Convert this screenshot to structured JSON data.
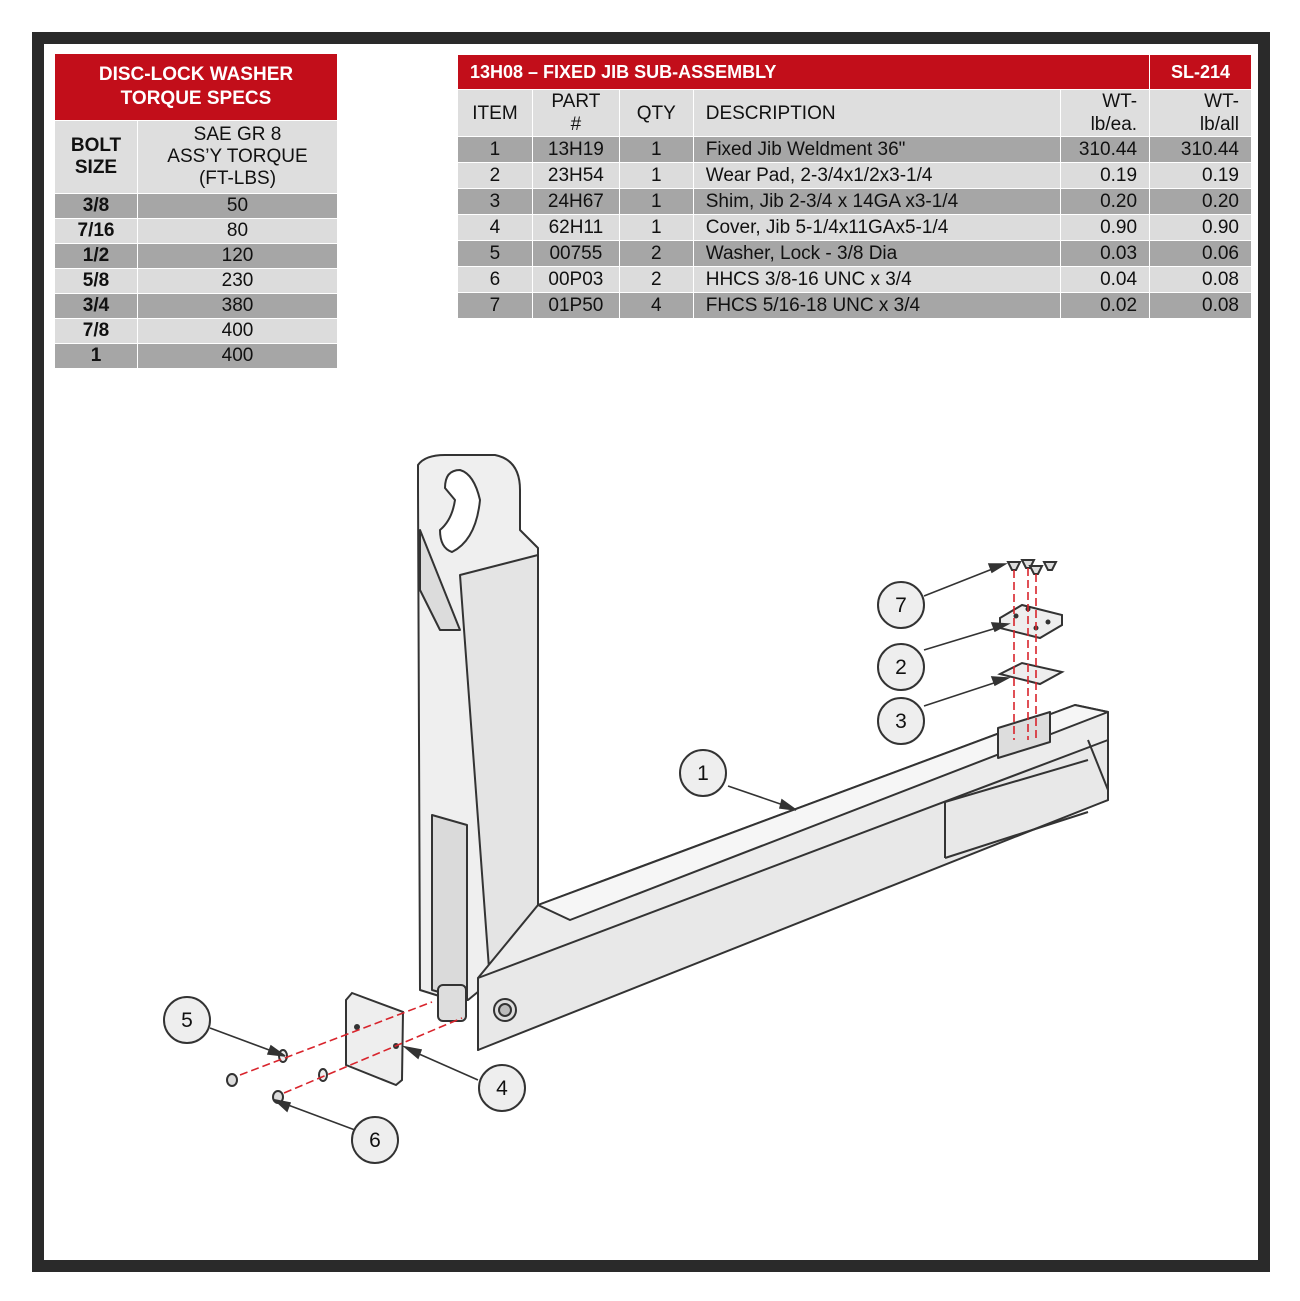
{
  "torque_table": {
    "title_line1": "DISC-LOCK WASHER",
    "title_line2": "TORQUE SPECS",
    "col1_line1": "BOLT",
    "col1_line2": "SIZE",
    "col2_line1": "SAE GR 8",
    "col2_line2": "ASS’Y TORQUE",
    "col2_line3": "(FT-LBS)",
    "rows": [
      {
        "size": "3/8",
        "torque": "50"
      },
      {
        "size": "7/16",
        "torque": "80"
      },
      {
        "size": "1/2",
        "torque": "120"
      },
      {
        "size": "5/8",
        "torque": "230"
      },
      {
        "size": "3/4",
        "torque": "380"
      },
      {
        "size": "7/8",
        "torque": "400"
      },
      {
        "size": "1",
        "torque": "400"
      }
    ]
  },
  "parts_table": {
    "title": "13H08 – FIXED JIB SUB-ASSEMBLY",
    "sheet": "SL-214",
    "headers": {
      "item": "ITEM",
      "part_line1": "PART",
      "part_line2": "#",
      "qty": "QTY",
      "description": "DESCRIPTION",
      "wt_each_line1": "WT-",
      "wt_each_line2": "lb/ea.",
      "wt_all_line1": "WT-",
      "wt_all_line2": "lb/all"
    },
    "rows": [
      {
        "item": "1",
        "part": "13H19",
        "qty": "1",
        "description": "Fixed Jib Weldment 36\"",
        "wt_each": "310.44",
        "wt_all": "310.44"
      },
      {
        "item": "2",
        "part": "23H54",
        "qty": "1",
        "description": "Wear Pad, 2-3/4x1/2x3-1/4",
        "wt_each": "0.19",
        "wt_all": "0.19"
      },
      {
        "item": "3",
        "part": "24H67",
        "qty": "1",
        "description": "Shim, Jib 2-3/4 x 14GA x3-1/4",
        "wt_each": "0.20",
        "wt_all": "0.20"
      },
      {
        "item": "4",
        "part": "62H11",
        "qty": "1",
        "description": "Cover, Jib 5-1/4x11GAx5-1/4",
        "wt_each": "0.90",
        "wt_all": "0.90"
      },
      {
        "item": "5",
        "part": "00755",
        "qty": "2",
        "description": "Washer, Lock - 3/8 Dia",
        "wt_each": "0.03",
        "wt_all": "0.06"
      },
      {
        "item": "6",
        "part": "00P03",
        "qty": "2",
        "description": "HHCS 3/8-16 UNC x 3/4",
        "wt_each": "0.04",
        "wt_all": "0.08"
      },
      {
        "item": "7",
        "part": "01P50",
        "qty": "4",
        "description": "FHCS 5/16-18 UNC x 3/4",
        "wt_each": "0.02",
        "wt_all": "0.08"
      }
    ]
  },
  "balloons": [
    {
      "id": "1",
      "label": "1"
    },
    {
      "id": "2",
      "label": "2"
    },
    {
      "id": "3",
      "label": "3"
    },
    {
      "id": "4",
      "label": "4"
    },
    {
      "id": "5",
      "label": "5"
    },
    {
      "id": "6",
      "label": "6"
    },
    {
      "id": "7",
      "label": "7"
    }
  ],
  "colors": {
    "header_red": "#c20e1a",
    "row_dark": "#a6a6a6",
    "row_light": "#dcdcdc",
    "frame": "#2a2a2a",
    "centerline_red": "#d8242c"
  }
}
